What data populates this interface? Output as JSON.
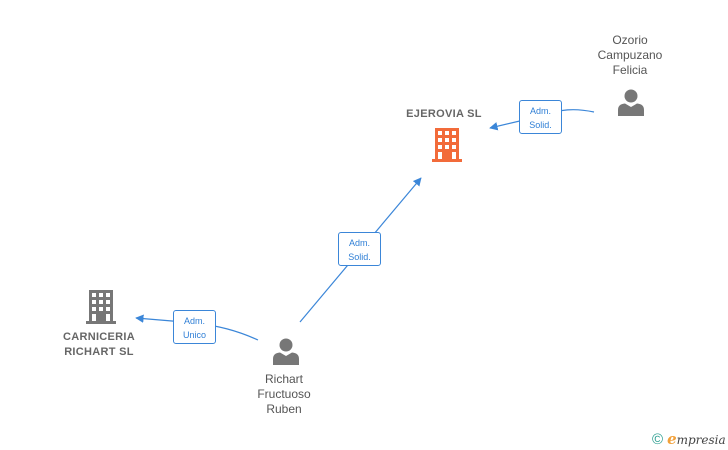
{
  "nodes": {
    "ejerovia": {
      "name": "EJEROVIA  SL",
      "icon": "building-icon",
      "color": "#f26b3a"
    },
    "carniceria": {
      "line1": "CARNICERIA",
      "line2": "RICHART  SL",
      "icon": "building-icon",
      "color": "#777777"
    },
    "ozorio": {
      "line1": "Ozorio",
      "line2": "Campuzano",
      "line3": "Felicia",
      "icon": "person-icon",
      "color": "#777777"
    },
    "richart": {
      "line1": "Richart",
      "line2": "Fructuoso",
      "line3": "Ruben",
      "icon": "person-icon",
      "color": "#777777"
    }
  },
  "edges": {
    "ozorio_to_ejerovia": {
      "line1": "Adm.",
      "line2": "Solid."
    },
    "richart_to_ejerovia": {
      "line1": "Adm.",
      "line2": "Solid."
    },
    "richart_to_carniceria": {
      "line1": "Adm.",
      "line2": "Unico"
    }
  },
  "colors": {
    "edge": "#3b86d8"
  },
  "watermark": {
    "symbol": "©",
    "brand_initial": "e",
    "brand_rest": "mpresia"
  }
}
